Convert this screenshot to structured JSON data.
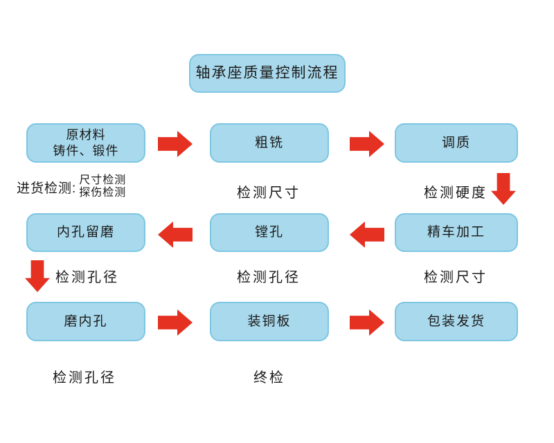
{
  "title": "轴承座质量控制流程",
  "colors": {
    "box_fill": "#A9D9EC",
    "box_border": "#7DC6E2",
    "arrow": "#E53122",
    "text": "#1A1A1A",
    "background": "#FFFFFF"
  },
  "process": {
    "row1": {
      "box_raw_material_line1": "原材料",
      "box_raw_material_line2": "铸件、锻件",
      "box_rough_milling": "粗铣",
      "box_tempering": "调质",
      "label_incoming_prefix": "进货检测:",
      "label_incoming_item1": "尺寸检测",
      "label_incoming_item2": "探伤检测",
      "label_middle": "检测尺寸",
      "label_right": "检测硬度"
    },
    "row2": {
      "box_bore_allowance": "内孔留磨",
      "box_boring": "镗孔",
      "box_finish_turning": "精车加工",
      "label_left": "检测孔径",
      "label_middle": "检测孔径",
      "label_right": "检测尺寸"
    },
    "row3": {
      "box_grind_bore": "磨内孔",
      "box_copper_plate": "装铜板",
      "box_packing_shipping": "包装发货",
      "label_left": "检测孔径",
      "label_middle": "终检"
    }
  }
}
